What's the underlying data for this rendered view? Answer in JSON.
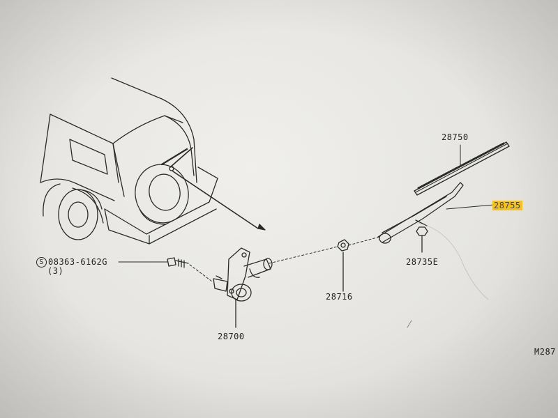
{
  "parts": {
    "blade": "28750",
    "arm": "28755",
    "cap_nut": "28735E",
    "pivot_nut": "28716",
    "motor": "28700",
    "bolt": "08363-6162G",
    "bolt_prefix": "S",
    "bolt_qty": "(3)"
  },
  "page_code": "M287",
  "colors": {
    "line": "#222222",
    "highlight": "#f6c21a",
    "paper": "#ebeae6"
  }
}
